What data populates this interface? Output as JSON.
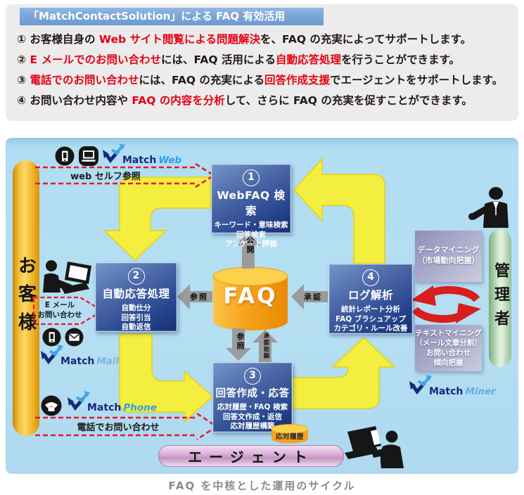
{
  "header": {
    "title": "「MatchContactSolution」による FAQ 有効活用"
  },
  "intro": {
    "lines": [
      {
        "segments": [
          {
            "text": "① お客様自身の "
          },
          {
            "text": "Web サイト閲覧による問題解決"
          },
          {
            "text": "を、FAQ の充実によってサポートします。"
          }
        ]
      },
      {
        "segments": [
          {
            "text": "② "
          },
          {
            "text": "E メールでのお問い合わせ"
          },
          {
            "text": "には、FAQ 活用による"
          },
          {
            "text": "自動応答処理"
          },
          {
            "text": "を行うことができます。"
          }
        ]
      },
      {
        "segments": [
          {
            "text": "③ "
          },
          {
            "text": "電話でのお問い合わせ"
          },
          {
            "text": "には、FAQ の充実による"
          },
          {
            "text": "回答作成支援"
          },
          {
            "text": "でエージェントをサポートします。"
          }
        ]
      },
      {
        "segments": [
          {
            "text": "④ お問い合わせ内容や "
          },
          {
            "text": "FAQ の内容を分析"
          },
          {
            "text": "して、さらに FAQ の充実を促すことができます。"
          }
        ]
      }
    ]
  },
  "diagram": {
    "customer_label": "お客様",
    "admin_label": "管理者",
    "agent_label": "エージェント",
    "faq_label": "FAQ",
    "history_label": "応対履歴",
    "boxes": [
      {
        "num": "1",
        "title": "WebFAQ 検索",
        "lines": [
          "キーワード・意味検索",
          "回答検索",
          "アンケート評価"
        ]
      },
      {
        "num": "2",
        "title": "自動応答処理",
        "lines": [
          "自動仕分",
          "回答引当",
          "自動返信"
        ]
      },
      {
        "num": "3",
        "title": "回答作成・応答",
        "lines": [
          "応対履歴・FAQ 検索",
          "回答文作成・返信",
          "応対履歴構築"
        ]
      },
      {
        "num": "4",
        "title": "ログ解析",
        "lines": [
          "統計レポート分析",
          "FAQ ブラシュアップ",
          "カテゴリ・ルール改善"
        ]
      }
    ],
    "flow": {
      "publish": "公開",
      "refer_left": "参照",
      "approve": "承認",
      "refer_down": "参照",
      "approve_request": "承認依頼"
    },
    "dashed": {
      "web": "web セルフ参照",
      "email_line1": "E メール",
      "email_line2": "お問い合わせ",
      "phone": "電話でお問い合わせ"
    },
    "mining": [
      {
        "lines": [
          "データマイニング",
          "（市場動向把握）"
        ]
      },
      {
        "lines": [
          "テキストマイニング",
          "（メール文章分割）",
          "お問い合わせ",
          "傾向把握"
        ]
      }
    ],
    "logos": [
      {
        "brand": "Match",
        "product": "Web"
      },
      {
        "brand": "Match",
        "product": "Mail"
      },
      {
        "brand": "Match",
        "product": "Phone"
      },
      {
        "brand": "Match",
        "product": "Miner"
      }
    ]
  },
  "caption": "FAQ を中核とした運用のサイクル",
  "colors": {
    "accent_red": "#e60012",
    "dashed_arrow_red": "#e8192c",
    "header_bar_blue": "#7da7d9",
    "box_blue": "#2b4d96",
    "faq_orange": "#f6a21a",
    "cycle_yellow": "#f3ee3f",
    "background_blue": "#b5def2",
    "mining_purple": "#a0a0c8",
    "agent_pink": "#d8aed6",
    "customer_bar_yellow": "#f2c23e",
    "admin_bar_green": "#b8dcb4",
    "recycle_red": "#d81e1e"
  }
}
